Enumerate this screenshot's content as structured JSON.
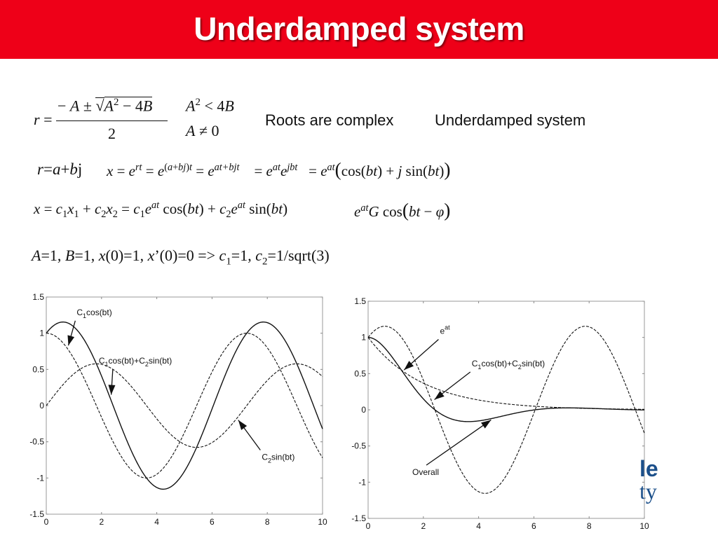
{
  "header": {
    "title": "Underdamped system",
    "bg_color": "#ee0018"
  },
  "equations": {
    "root_formula": {
      "lhs": "r =",
      "numerator": "− A ± √(A² − 4B)",
      "denominator": "2"
    },
    "conditions": [
      "A² < 4B",
      "A ≠ 0"
    ],
    "notes": [
      "Roots are complex",
      "Underdamped system"
    ],
    "line2": {
      "r_def": "r=a+bj",
      "expansion": "x = e^{rt} = e^{(a+bj)t} = e^{at+bjt} = e^{at} e^{jbt} = e^{at}(cos(bt) + j sin(bt))"
    },
    "line3": {
      "solution": "x = c1x1 + c2x2 = c1 e^{at} cos(bt) + c2 e^{at} sin(bt)",
      "phase_form": "e^{at} G cos(bt − φ)"
    },
    "params": "A=1, B=1, x(0)=1, x’(0)=0 => c1=1, c2=1/sqrt(3)"
  },
  "logo": {
    "line1": "le",
    "line2": "ty",
    "color": "#1b4f8a"
  },
  "chart_data": [
    {
      "type": "line",
      "title": "",
      "xlabel": "",
      "ylabel": "",
      "xlim": [
        0,
        10
      ],
      "ylim": [
        -1.5,
        1.5
      ],
      "xticks": [
        0,
        2,
        4,
        6,
        8,
        10
      ],
      "yticks": [
        -1.5,
        -1,
        -0.5,
        0,
        0.5,
        1,
        1.5
      ],
      "ytick_labels": [
        "-1.5",
        "-1",
        "-0.5",
        "0",
        "0.5",
        "1",
        "1.5"
      ],
      "grid": false,
      "params": {
        "b": 0.866,
        "c1": 1,
        "c2": 0.577
      },
      "series": [
        {
          "name": "C1cos(bt)",
          "style": "dashed",
          "formula": "cos(0.866 t)"
        },
        {
          "name": "C2sin(bt)",
          "style": "dashed",
          "formula": "0.577 sin(0.866 t)"
        },
        {
          "name": "C1cos(bt)+C2sin(bt)",
          "style": "solid",
          "formula": "cos(0.866 t) + 0.577 sin(0.866 t)"
        }
      ],
      "annotations": [
        {
          "text": "C1cos(bt)",
          "text_x": 1.1,
          "text_y": 1.25,
          "arrow_to": [
            0.8,
            0.83
          ]
        },
        {
          "text": "C1cos(bt)+C2sin(bt)",
          "text_x": 1.9,
          "text_y": 0.58,
          "arrow_to": [
            2.35,
            0.15
          ]
        },
        {
          "text": "C2sin(bt)",
          "text_x": 7.8,
          "text_y": -0.75,
          "arrow_to": [
            6.95,
            -0.2
          ]
        }
      ]
    },
    {
      "type": "line",
      "title": "",
      "xlabel": "",
      "ylabel": "",
      "xlim": [
        0,
        10
      ],
      "ylim": [
        -1.5,
        1.5
      ],
      "xticks": [
        0,
        2,
        4,
        6,
        8,
        10
      ],
      "yticks": [
        -1.5,
        -1,
        -0.5,
        0,
        0.5,
        1,
        1.5
      ],
      "ytick_labels": [
        "-1.5",
        "-1",
        "-0.5",
        "0",
        "0.5",
        "1",
        "1.5"
      ],
      "grid": false,
      "params": {
        "a": -0.5,
        "b": 0.866,
        "c1": 1,
        "c2": 0.577
      },
      "series": [
        {
          "name": "e^at",
          "style": "dashed",
          "formula": "exp(-0.5 t)"
        },
        {
          "name": "C1cos(bt)+C2sin(bt)",
          "style": "dashed",
          "formula": "cos(0.866 t) + 0.577 sin(0.866 t)"
        },
        {
          "name": "Overall",
          "style": "solid",
          "formula": "exp(-0.5 t)(cos(0.866 t) + 0.577 sin(0.866 t))"
        }
      ],
      "annotations": [
        {
          "text": "e^at",
          "text_x": 2.6,
          "text_y": 1.05,
          "arrow_to": [
            1.3,
            0.55
          ]
        },
        {
          "text": "C1cos(bt)+C2sin(bt)",
          "text_x": 3.75,
          "text_y": 0.6,
          "arrow_to": [
            2.4,
            0.14
          ]
        },
        {
          "text": "Overall",
          "text_x": 1.6,
          "text_y": -0.9,
          "arrow_to": [
            4.45,
            -0.14
          ]
        }
      ]
    }
  ]
}
